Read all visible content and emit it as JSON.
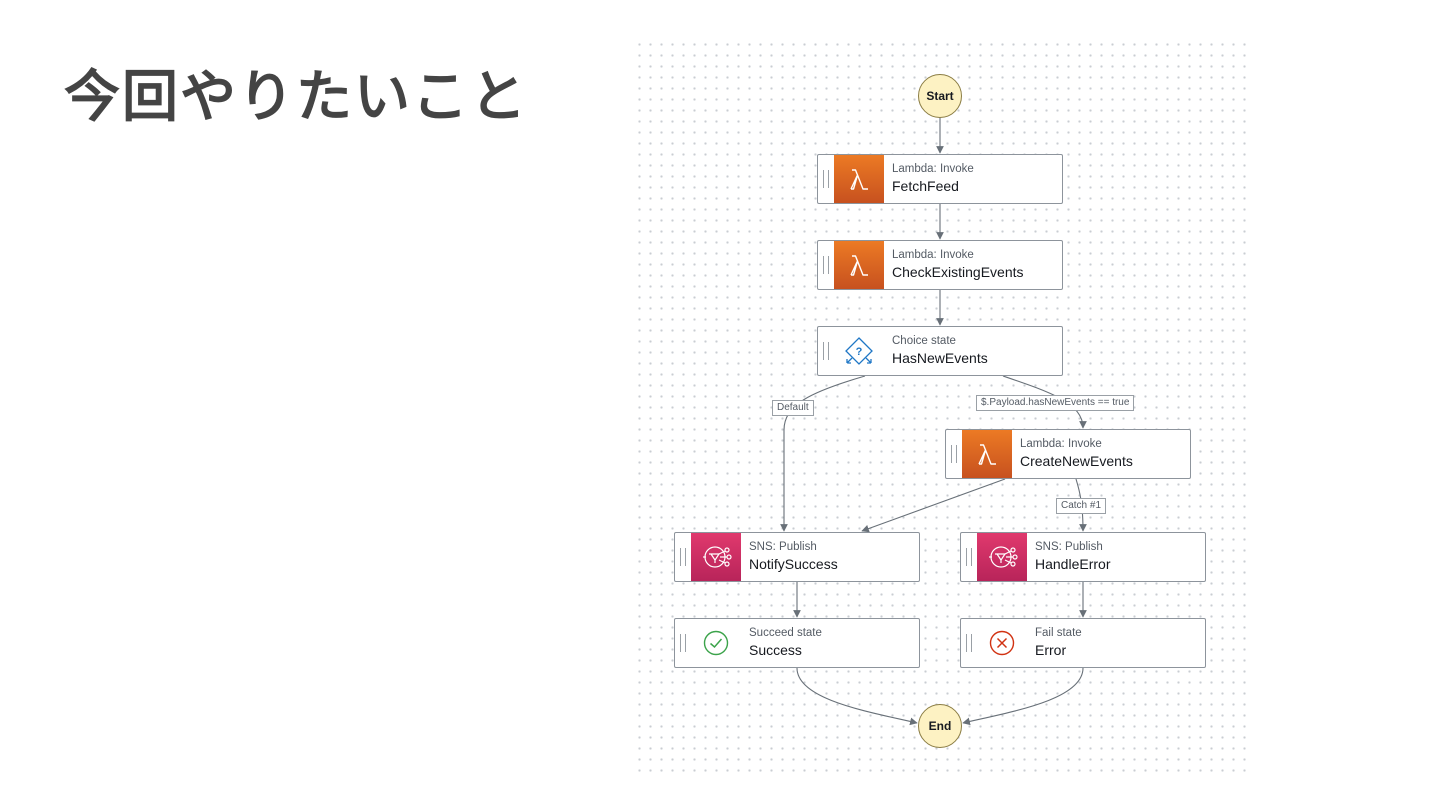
{
  "slide": {
    "title": "今回やりたいこと"
  },
  "workflow": {
    "start": "Start",
    "end": "End",
    "states": {
      "fetch_feed": {
        "type": "Lambda: Invoke",
        "name": "FetchFeed",
        "icon": "lambda-icon"
      },
      "check_existing": {
        "type": "Lambda: Invoke",
        "name": "CheckExistingEvents",
        "icon": "lambda-icon"
      },
      "has_new": {
        "type": "Choice state",
        "name": "HasNewEvents",
        "icon": "choice-icon"
      },
      "create_new": {
        "type": "Lambda: Invoke",
        "name": "CreateNewEvents",
        "icon": "lambda-icon"
      },
      "notify_success": {
        "type": "SNS: Publish",
        "name": "NotifySuccess",
        "icon": "sns-icon"
      },
      "handle_error": {
        "type": "SNS: Publish",
        "name": "HandleError",
        "icon": "sns-icon"
      },
      "success": {
        "type": "Succeed state",
        "name": "Success",
        "icon": "check-circle-icon"
      },
      "error": {
        "type": "Fail state",
        "name": "Error",
        "icon": "x-circle-icon"
      }
    },
    "edge_labels": {
      "default": "Default",
      "condition": "$.Payload.hasNewEvents == true",
      "catch": "Catch #1"
    }
  },
  "colors": {
    "lambda": "#e07225",
    "sns": "#d1325f",
    "terminal_fill": "#fdf2c3",
    "succeed": "#3ba34a",
    "fail": "#d13212",
    "choice": "#1f77c6",
    "edge": "#687078"
  }
}
